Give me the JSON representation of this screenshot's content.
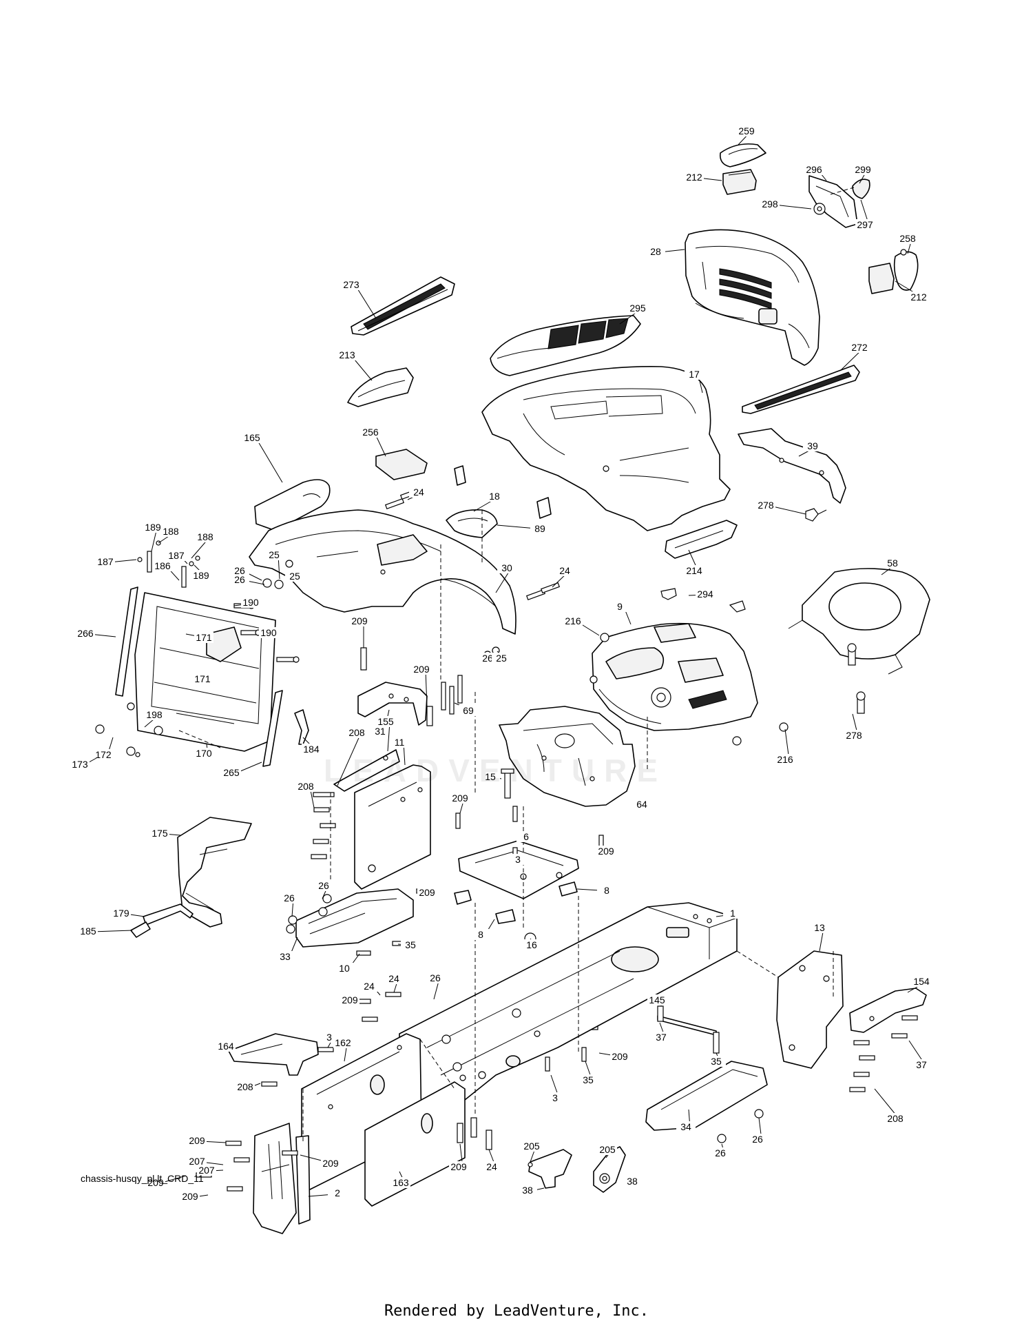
{
  "diagram": {
    "caption": "chassis-husqy_pl.lt_CRD_11",
    "watermark": "LEADVENTURE",
    "footer": "Rendered by LeadVenture, Inc.",
    "callouts": [
      "259",
      "212",
      "296",
      "299",
      "298",
      "297",
      "28",
      "258",
      "212",
      "273",
      "295",
      "272",
      "213",
      "17",
      "39",
      "165",
      "256",
      "18",
      "24",
      "278",
      "89",
      "214",
      "189",
      "188",
      "187",
      "188",
      "187",
      "186",
      "189",
      "25",
      "26",
      "26",
      "25",
      "30",
      "24",
      "294",
      "58",
      "190",
      "266",
      "171",
      "190",
      "209",
      "216",
      "9",
      "26",
      "25",
      "171",
      "209",
      "31",
      "69",
      "216",
      "198",
      "184",
      "208",
      "155",
      "11",
      "278",
      "172",
      "173",
      "170",
      "265",
      "15",
      "64",
      "208",
      "209",
      "6",
      "209",
      "3",
      "175",
      "8",
      "26",
      "209",
      "26",
      "8",
      "16",
      "179",
      "185",
      "33",
      "35",
      "1",
      "10",
      "13",
      "154",
      "24",
      "26",
      "24",
      "209",
      "145",
      "37",
      "164",
      "3",
      "162",
      "209",
      "35",
      "37",
      "208",
      "3",
      "35",
      "208",
      "34",
      "26",
      "205",
      "205",
      "209",
      "207",
      "209",
      "207",
      "209",
      "209",
      "2",
      "163",
      "209",
      "24",
      "38",
      "38",
      "26"
    ]
  }
}
